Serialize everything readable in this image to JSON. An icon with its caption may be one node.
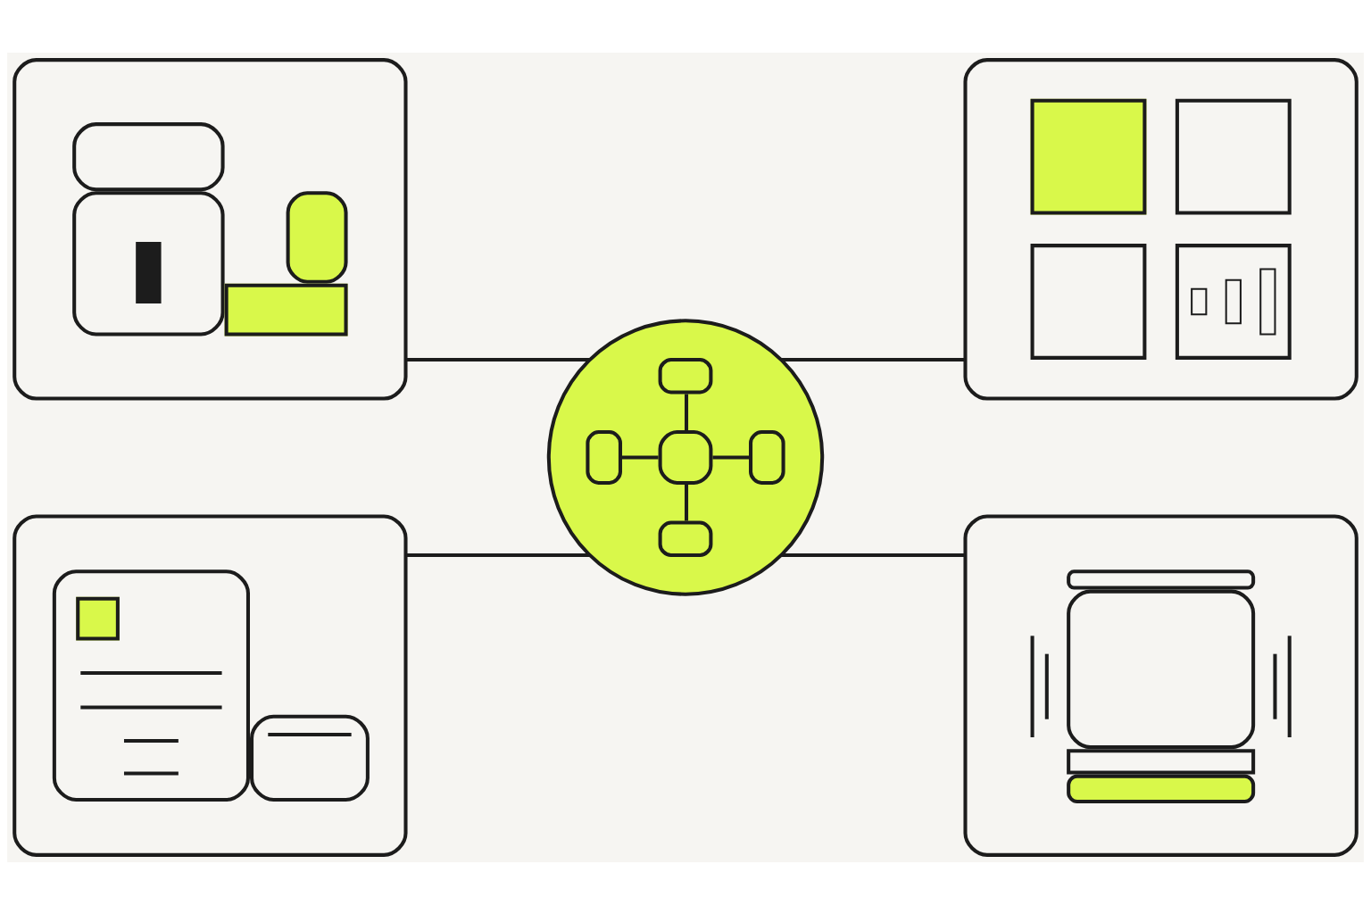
{
  "diagram": {
    "nodes": [
      {
        "text": [],
        "shape": "picture"
      },
      {
        "text": [],
        "shape": "picture"
      },
      {
        "text": [],
        "shape": "circle"
      },
      {
        "text": [],
        "shape": "picture"
      },
      {
        "text": [],
        "shape": "picture"
      }
    ],
    "edges": [
      {
        "from": 0,
        "to": 2,
        "arrow": "none"
      },
      {
        "from": 2,
        "to": 1,
        "arrow": "none"
      },
      {
        "from": 3,
        "to": 2,
        "arrow": "none"
      },
      {
        "from": 2,
        "to": 4,
        "arrow": "none"
      }
    ]
  }
}
